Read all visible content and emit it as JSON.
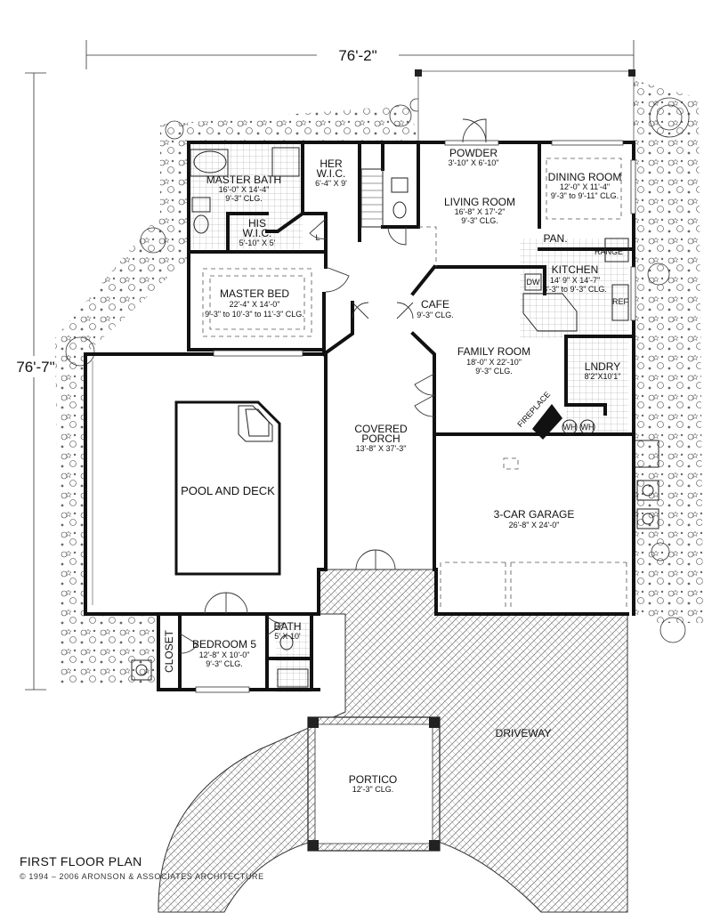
{
  "dimensions": {
    "width": "76'-2\"",
    "depth": "76'-7\""
  },
  "rooms": {
    "powder": {
      "name": "POWDER",
      "size": "3'-10\" X 6'-10\""
    },
    "dining": {
      "name": "DINING ROOM",
      "size": "12'-0\" X 11'-4\"",
      "ceiling": "9'-3\" to 9'-11\" CLG."
    },
    "master_bath": {
      "name": "MASTER BATH",
      "size": "16'-0\" X 14'-4\"",
      "ceiling": "9'-3\" CLG."
    },
    "her_wic": {
      "name": "HER",
      "name2": "W.I.C.",
      "size": "6'-4\" X 9'"
    },
    "his_wic": {
      "name": "HIS",
      "name2": "W.I.C.",
      "size": "5'-10\" X 5'"
    },
    "living": {
      "name": "LIVING ROOM",
      "size": "16'-8\" X 17'-2\"",
      "ceiling": "9'-3\" CLG."
    },
    "pantry": {
      "name": "PAN."
    },
    "kitchen": {
      "name": "KITCHEN",
      "size": "14' 9\" X 14'-7\"",
      "ceiling": "8'-3\" to 9'-3\" CLG."
    },
    "master_bed": {
      "name": "MASTER BED",
      "size": "22'-4\" X 14'-0\"",
      "ceiling": "9'-3\" to 10'-3\" to 11'-3\" CLG."
    },
    "cafe": {
      "name": "CAFE",
      "ceiling": "9'-3\" CLG."
    },
    "family": {
      "name": "FAMILY ROOM",
      "size": "18'-0\" X 22'-10\"",
      "ceiling": "9'-3\" CLG."
    },
    "laundry": {
      "name": "LNDRY",
      "size": "8'2\"X10'1\""
    },
    "pool": {
      "name": "POOL AND DECK"
    },
    "porch": {
      "name": "COVERED",
      "name2": "PORCH",
      "size": "13'-8\" X 37'-3\""
    },
    "garage": {
      "name": "3-CAR GARAGE",
      "size": "26'-8\" X 24'-0\""
    },
    "bedroom5": {
      "name": "BEDROOM 5",
      "size": "12'-8\" X 10'-0\"",
      "ceiling": "9'-3\" CLG."
    },
    "closet": {
      "name": "CLOSET"
    },
    "bath": {
      "name": "BATH",
      "size": "5' X 10'"
    },
    "driveway": {
      "name": "DRIVEWAY"
    },
    "portico": {
      "name": "PORTICO",
      "ceiling": "12'-3\" CLG."
    }
  },
  "fixtures": {
    "fireplace": "FIREPLACE",
    "dishwasher": "DW",
    "range": "RANGE",
    "refrigerator": "REF",
    "water_heater": "WH",
    "linen": "L"
  },
  "title": "FIRST FLOOR PLAN",
  "copyright": "© 1994 – 2006 ARONSON & ASSOCIATES ARCHITECTURE"
}
